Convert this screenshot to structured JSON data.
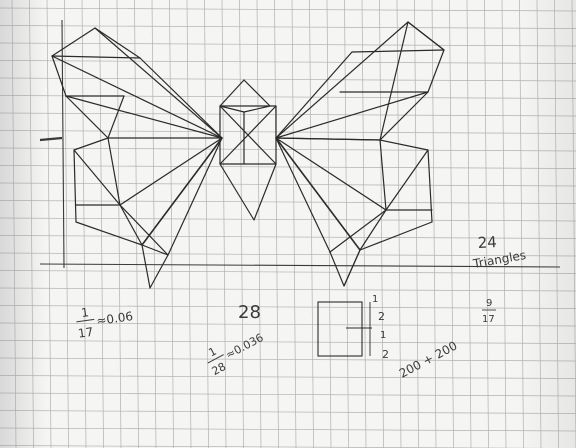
{
  "paper": {
    "background": "#f4f4f2",
    "grid_color": "#9a9a9a",
    "ink_color": "#2b2b2b",
    "shadow_color": "#cfcfcf"
  },
  "notes": {
    "count": "24",
    "count_word": "Triangles",
    "left_fraction_num": "1",
    "left_fraction_den": "17",
    "left_approx": "≈0.06",
    "mid_number": "28",
    "mid_fraction_num": "1",
    "mid_fraction_den": "28",
    "mid_approx": "≈0.036",
    "square_label_right": "2",
    "square_label_bottom": "2",
    "square_tick_top": "1",
    "square_tick_mid": "1",
    "sum_expression": "200 + 200",
    "right_fraction_num": "9",
    "right_fraction_den": "17"
  }
}
